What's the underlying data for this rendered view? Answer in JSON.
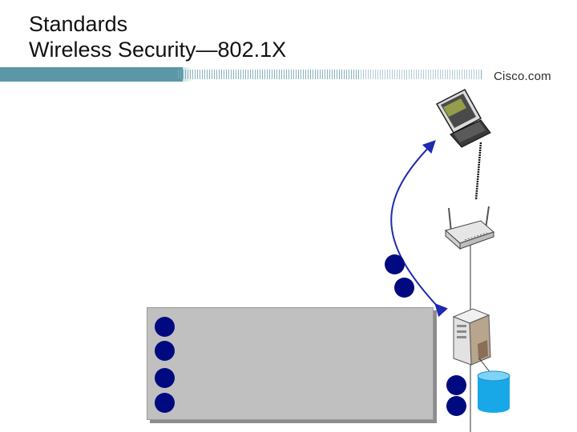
{
  "slide": {
    "title_line1": "Standards",
    "title_line2": "Wireless Security—802.1X"
  },
  "branding": {
    "logo_text": "Cisco.com",
    "bar_color": "#5b97a6"
  },
  "diagram": {
    "bullet_color": "#000a80",
    "link_color": "#1e2ab0",
    "nodes": [
      "laptop-icon",
      "access-point-icon",
      "server-icon",
      "database-icon"
    ]
  }
}
